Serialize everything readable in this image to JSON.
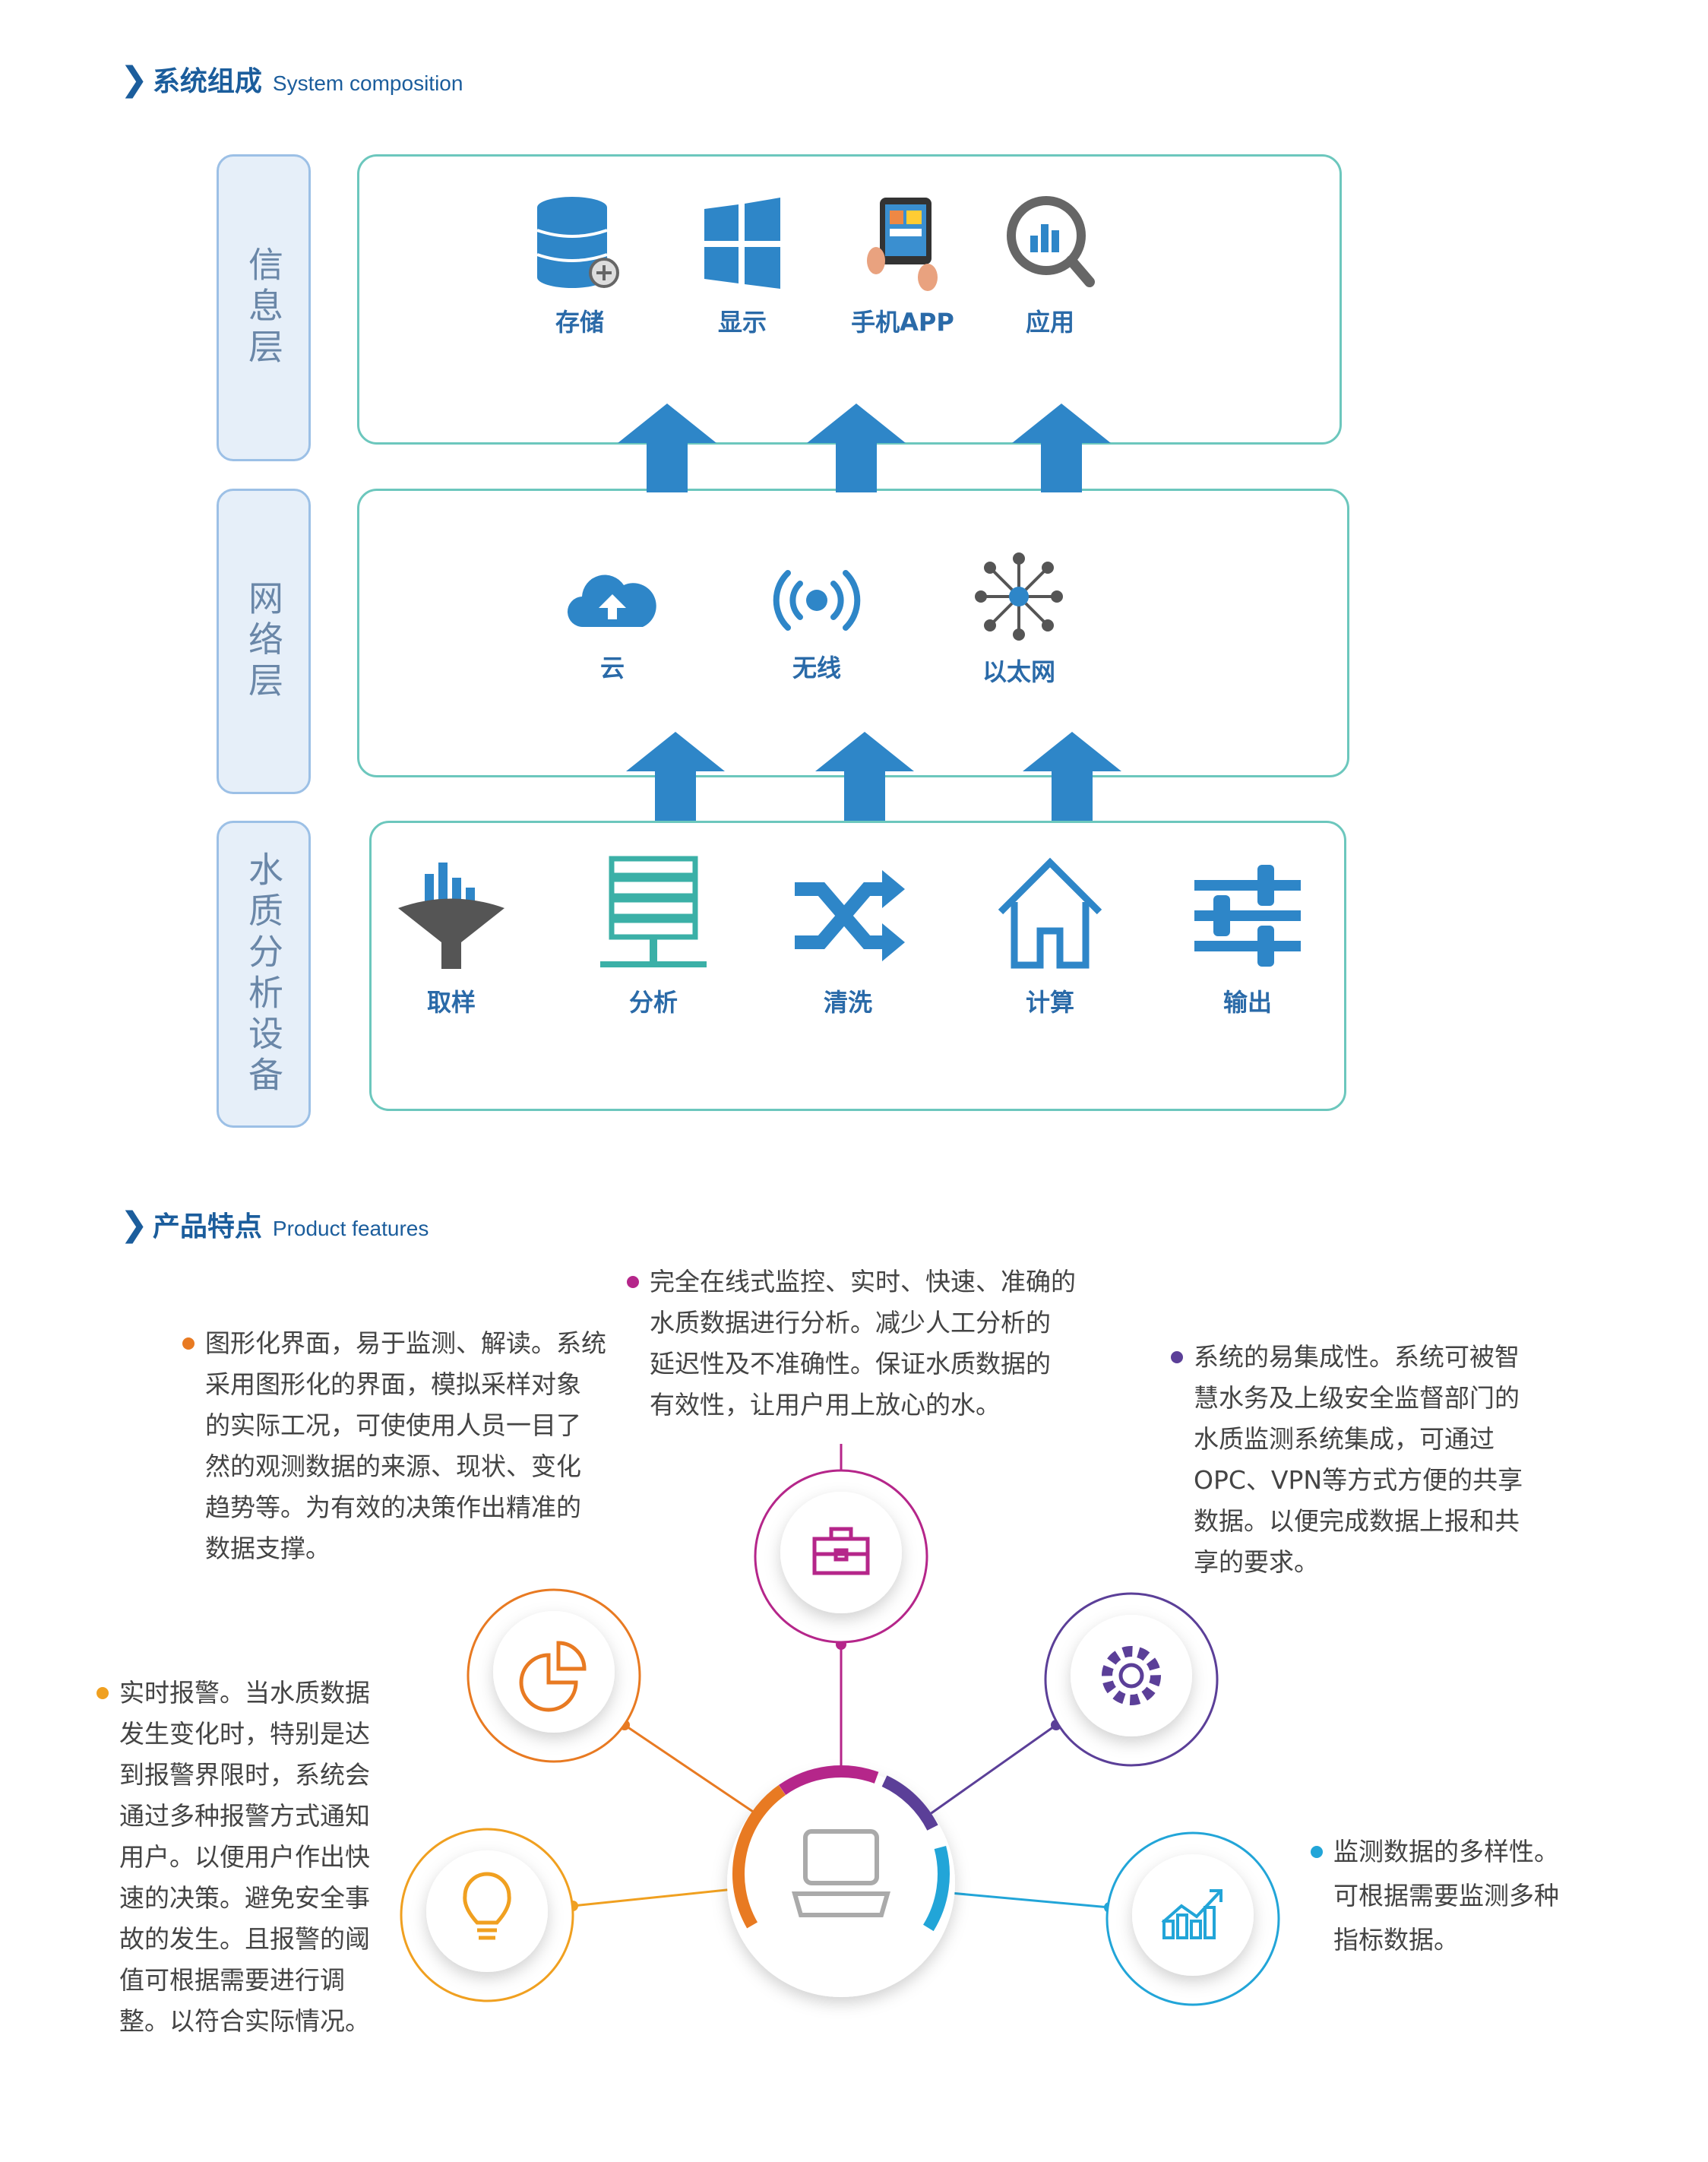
{
  "section1": {
    "chevron": "❯",
    "title_cn": "系统组成",
    "title_en": "System composition"
  },
  "layers": {
    "info": {
      "label": "信息层",
      "items": [
        {
          "label": "存储",
          "icon": "database-icon"
        },
        {
          "label": "显示",
          "icon": "windows-icon"
        },
        {
          "label": "手机APP",
          "icon": "tablet-app-icon"
        },
        {
          "label": "应用",
          "icon": "chart-search-icon"
        }
      ]
    },
    "network": {
      "label": "网络层",
      "items": [
        {
          "label": "云",
          "icon": "cloud-upload-icon"
        },
        {
          "label": "无线",
          "icon": "wireless-icon"
        },
        {
          "label": "以太网",
          "icon": "network-icon"
        }
      ]
    },
    "device": {
      "label": "水质分析设备",
      "items": [
        {
          "label": "取样",
          "icon": "funnel-icon"
        },
        {
          "label": "分析",
          "icon": "server-icon"
        },
        {
          "label": "清洗",
          "icon": "shuffle-icon"
        },
        {
          "label": "计算",
          "icon": "house-icon"
        },
        {
          "label": "输出",
          "icon": "sliders-icon"
        }
      ]
    }
  },
  "section2": {
    "chevron": "❯",
    "title_cn": "产品特点",
    "title_en": "Product features"
  },
  "features": [
    {
      "color": "#e87a22",
      "lines": [
        "图形化界面，易于监测、解读。系统",
        "采用图形化的界面，模拟采样对象",
        "的实际工况，可使使用人员一目了",
        "然的观测数据的来源、现状、变化",
        "趋势等。为有效的决策作出精准的",
        "数据支撑。"
      ]
    },
    {
      "color": "#b5268a",
      "lines": [
        "完全在线式监控、实时、快速、准确的",
        "水质数据进行分析。减少人工分析的",
        "延迟性及不准确性。保证水质数据的",
        "有效性，让用户用上放心的水。"
      ]
    },
    {
      "color": "#5b3f98",
      "lines": [
        "系统的易集成性。系统可被智",
        "慧水务及上级安全监督部门的",
        "水质监测系统集成，可通过",
        "OPC、VPN等方式方便的共享",
        "数据。以便完成数据上报和共",
        "享的要求。"
      ]
    },
    {
      "color": "#f0a020",
      "lines": [
        "实时报警。当水质数据",
        "发生变化时，特别是达",
        "到报警界限时，系统会",
        "通过多种报警方式通知",
        "用户。以便用户作出快",
        "速的决策。避免安全事",
        "故的发生。且报警的阈",
        "值可根据需要进行调",
        "整。以符合实际情况。"
      ]
    },
    {
      "color": "#22a5d8",
      "lines": [
        "监测数据的多样性。",
        "可根据需要监测多种",
        "指标数据。"
      ]
    }
  ],
  "colors": {
    "brand": "#1b5d9c",
    "icon_blue": "#2e86c8",
    "teal": "#6cc7bd"
  }
}
